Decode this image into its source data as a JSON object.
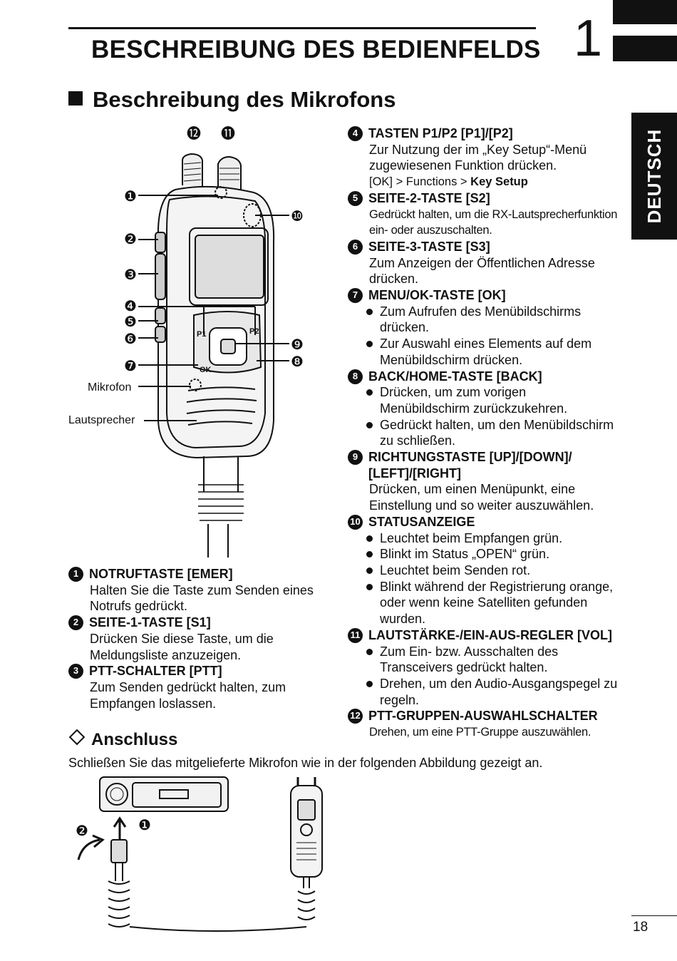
{
  "header": {
    "chapter_title": "BESCHREIBUNG DES BEDIENFELDS",
    "chapter_number": "1",
    "language_tab": "DEUTSCH"
  },
  "section": {
    "title": "Beschreibung des Mikrofons"
  },
  "figure_mic": {
    "callouts": [
      "❶",
      "❷",
      "❸",
      "❹",
      "❺",
      "❻",
      "❼",
      "❽",
      "❾",
      "❿",
      "⓫",
      "⓬"
    ],
    "label_mikrofon": "Mikrofon",
    "label_lautsprecher": "Lautsprecher",
    "key_p1": "P1",
    "key_p2": "P2",
    "key_ok": "OK"
  },
  "items": [
    {
      "num": "1",
      "title": "NOTRUFTASTE [EMER]",
      "text": "Halten Sie die Taste zum Senden eines Notrufs gedrückt."
    },
    {
      "num": "2",
      "title": "SEITE-1-TASTE [S1]",
      "text": "Drücken Sie diese Taste, um die Meldungsliste anzuzeigen."
    },
    {
      "num": "3",
      "title": "PTT-SCHALTER [PTT]",
      "text": "Zum Senden gedrückt halten, zum Empfangen loslassen."
    },
    {
      "num": "4",
      "title": "TASTEN P1/P2 [P1]/[P2]",
      "text": "Zur Nutzung der im „Key Setup“-Menü zugewiesenen Funktion drücken.",
      "path_pre": "[OK] > Functions > ",
      "path_bold": "Key Setup"
    },
    {
      "num": "5",
      "title": "SEITE-2-TASTE [S2]",
      "text": "Gedrückt halten, um die RX-Lautsprecherfunktion ein- oder auszuschalten."
    },
    {
      "num": "6",
      "title": "SEITE-3-TASTE [S3]",
      "text": "Zum Anzeigen der Öffentlichen Adresse drücken."
    },
    {
      "num": "7",
      "title": "MENU/OK-TASTE [OK]",
      "bullets": [
        "Zum Aufrufen des Menübildschirms drücken.",
        "Zur Auswahl eines Elements auf dem Menübildschirm drücken."
      ]
    },
    {
      "num": "8",
      "title": "BACK/HOME-TASTE [BACK]",
      "bullets": [
        "Drücken, um zum vorigen Menübildschirm zurückzukehren.",
        "Gedrückt halten, um den Menübildschirm zu schließen."
      ]
    },
    {
      "num": "9",
      "title": "RICHTUNGSTASTE [UP]/[DOWN]/ [LEFT]/[RIGHT]",
      "text": "Drücken, um einen Menüpunkt, eine Einstellung und so weiter auszuwählen."
    },
    {
      "num": "10",
      "title": "STATUSANZEIGE",
      "bullets": [
        "Leuchtet beim Empfangen grün.",
        "Blinkt im Status „OPEN“ grün.",
        "Leuchtet beim Senden rot.",
        "Blinkt während der Registrierung orange, oder wenn keine Satelliten gefunden wurden."
      ]
    },
    {
      "num": "11",
      "title": "LAUTSTÄRKE-/EIN-AUS-REGLER [VOL]",
      "bullets": [
        "Zum Ein- bzw. Ausschalten des Transceivers gedrückt halten.",
        "Drehen, um den Audio-Ausgangspegel zu regeln."
      ]
    },
    {
      "num": "12",
      "title": "PTT-GRUPPEN-AUSWAHLSCHALTER",
      "text": "Drehen, um eine PTT-Gruppe auszuwählen."
    }
  ],
  "subsection": {
    "title": "Anschluss",
    "text": "Schließen Sie das mitgelieferte Mikrofon wie in der folgenden Abbildung gezeigt an."
  },
  "figure_connect": {
    "callouts": [
      "❶",
      "❷"
    ]
  },
  "footer": {
    "page_number": "18"
  }
}
